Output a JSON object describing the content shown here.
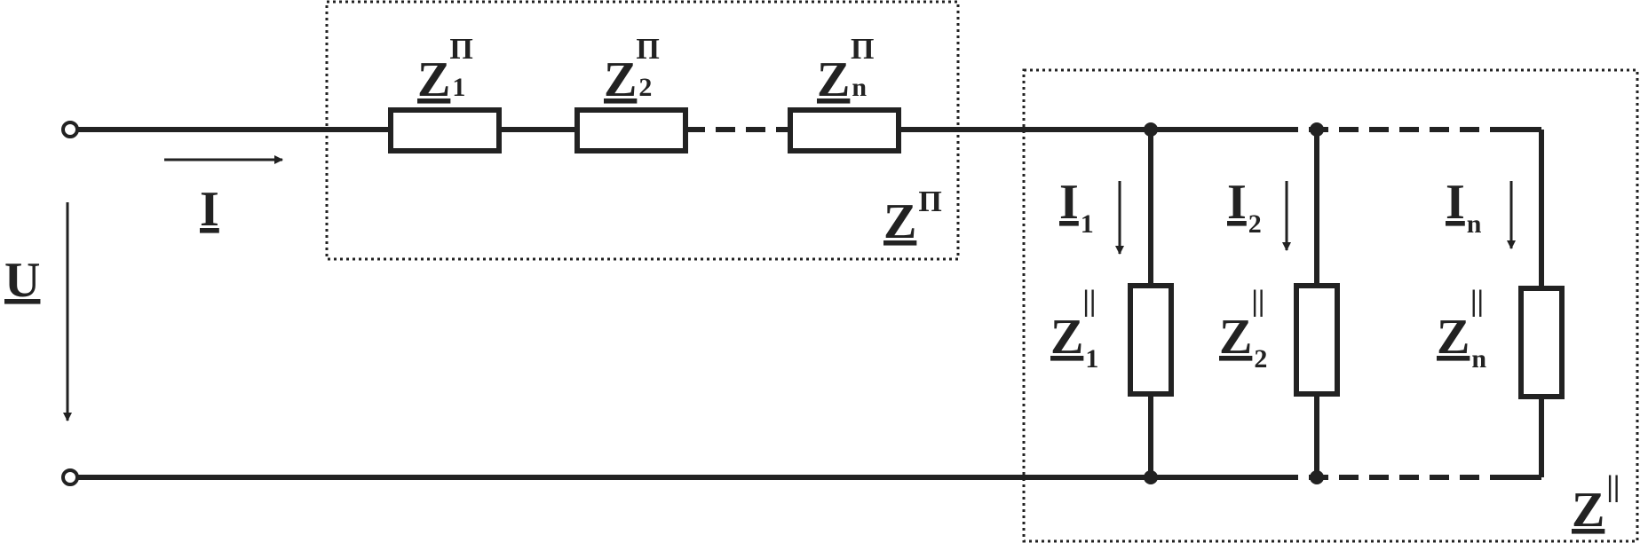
{
  "colors": {
    "line": "#222222",
    "background": "#ffffff"
  },
  "labels": {
    "voltage": "U",
    "current": "I",
    "series_group": {
      "base": "Z",
      "sup": "П"
    },
    "parallel_group": {
      "base": "Z",
      "sup": "||"
    },
    "series": [
      {
        "base": "Z",
        "sub": "1",
        "sup": "П"
      },
      {
        "base": "Z",
        "sub": "2",
        "sup": "П"
      },
      {
        "base": "Z",
        "sub": "n",
        "sup": "П"
      }
    ],
    "branch_currents": [
      {
        "base": "I",
        "sub": "1"
      },
      {
        "base": "I",
        "sub": "2"
      },
      {
        "base": "I",
        "sub": "n"
      }
    ],
    "parallel": [
      {
        "base": "Z",
        "sub": "1",
        "sup": "||"
      },
      {
        "base": "Z",
        "sub": "2",
        "sup": "||"
      },
      {
        "base": "Z",
        "sub": "n",
        "sup": "||"
      }
    ]
  }
}
